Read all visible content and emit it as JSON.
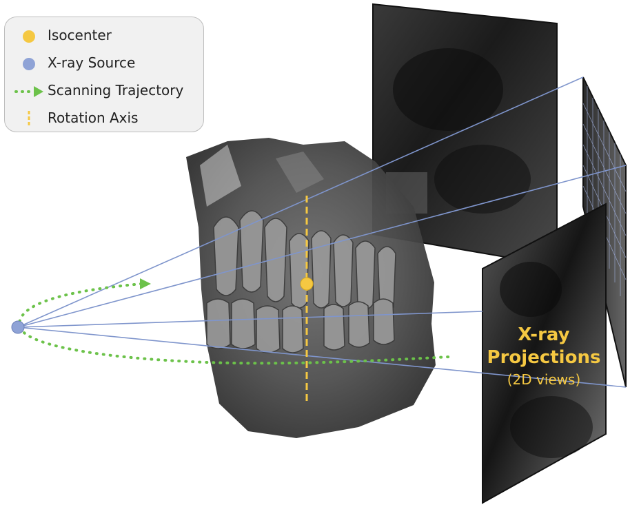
{
  "legend": {
    "items": [
      {
        "label": "Isocenter",
        "icon": "yellow-dot-icon",
        "color": "#f5c842"
      },
      {
        "label": "X-ray Source",
        "icon": "blue-dot-icon",
        "color": "#8fa3d6"
      },
      {
        "label": "Scanning Trajectory",
        "icon": "dotted-arrow-icon",
        "color": "#6cc24a"
      },
      {
        "label": "Rotation Axis",
        "icon": "dashed-line-icon",
        "color": "#f5c842"
      }
    ]
  },
  "projections": {
    "title_line1": "X-ray",
    "title_line2": "Projections",
    "subtitle": "(2D views)"
  },
  "colors": {
    "ray": "#7f95cc",
    "source": "#8fa3d6",
    "isocenter": "#f5c842",
    "trajectory": "#6cc24a",
    "axis": "#f5c842",
    "label": "#f5c842"
  }
}
